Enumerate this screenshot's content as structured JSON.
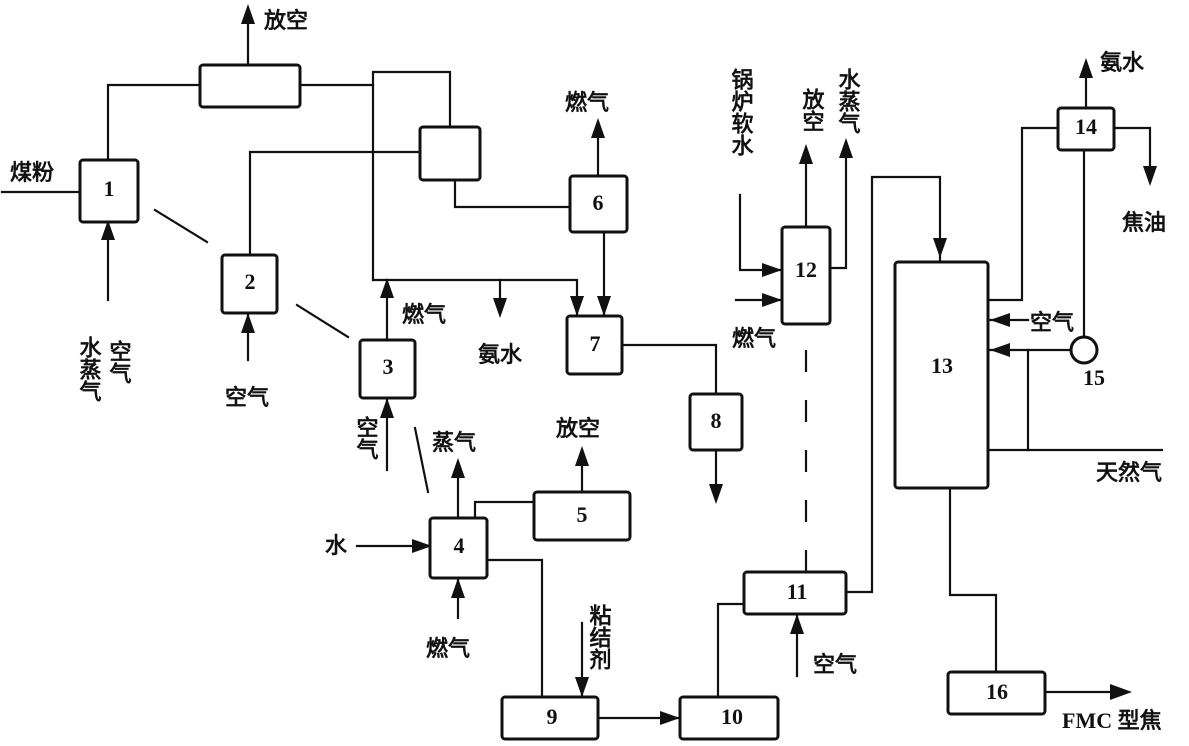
{
  "units": [
    "1",
    "2",
    "3",
    "4",
    "5",
    "6",
    "7",
    "8",
    "9",
    "10",
    "11",
    "12",
    "13",
    "14",
    "15",
    "16"
  ],
  "labels": {
    "vent_top": "放空",
    "coal_powder": "煤粉",
    "steam_1": "水蒸气",
    "air_1": "空气",
    "air_2": "空气",
    "gas_3": "燃气",
    "air_3": "空气",
    "ammonia_water_3": "氨水",
    "gas_6": "燃气",
    "steam_4": "蒸气",
    "vent_5": "放空",
    "water_4": "水",
    "gas_4": "燃气",
    "binder": "粘结剂",
    "boiler_soft_water": "锅炉软水",
    "vent_12": "放空",
    "steam_12": "水蒸气",
    "gas_12": "燃气",
    "air_11": "空气",
    "ammonia_water_14": "氨水",
    "tar": "焦油",
    "air_13": "空气",
    "natural_gas": "天然气",
    "product": "FMC 型焦"
  }
}
